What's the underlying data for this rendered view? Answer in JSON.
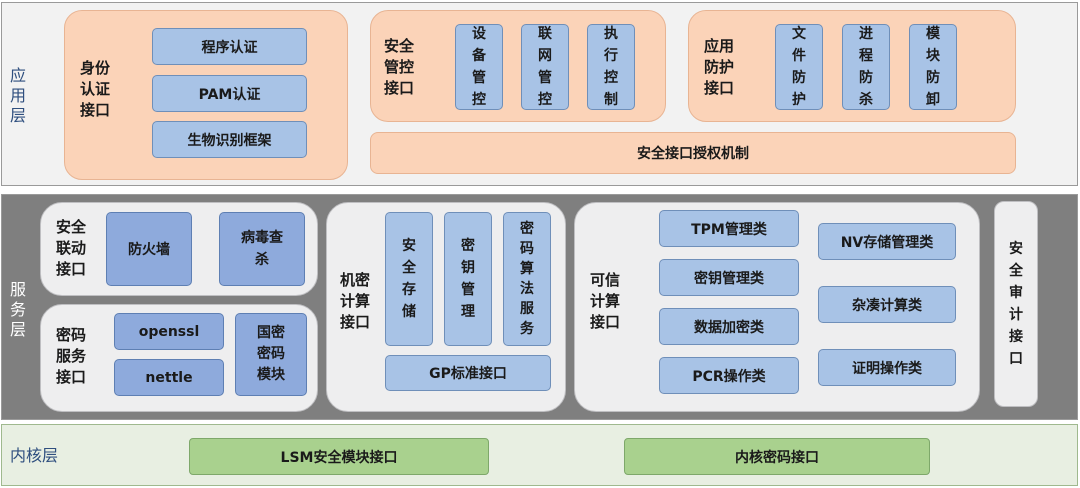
{
  "layers": {
    "app": "应\n用\n层",
    "service": "服\n务\n层",
    "kernel": "内核层"
  },
  "app": {
    "identity": {
      "label": "身份\n认证\n接口",
      "items": [
        "程序认证",
        "PAM认证",
        "生物识别框架"
      ]
    },
    "security_ctrl": {
      "label": "安全\n管控\n接口",
      "items": [
        "设\n备\n管\n控",
        "联\n网\n管\n控",
        "执\n行\n控\n制"
      ]
    },
    "app_protect": {
      "label": "应用\n防护\n接口",
      "items": [
        "文\n件\n防\n护",
        "进\n程\n防\n杀",
        "模\n块\n防\n卸"
      ]
    },
    "auth_bar": "安全接口授权机制"
  },
  "service": {
    "linkage": {
      "label": "安全\n联动\n接口",
      "items": [
        "防火墙",
        "病毒查\n杀"
      ]
    },
    "crypto_svc": {
      "label": "密码\n服务\n接口",
      "items": [
        "openssl",
        "nettle",
        "国密\n密码\n模块"
      ]
    },
    "confidential": {
      "label": "机密\n计算\n接口",
      "items": [
        "安\n全\n存\n储",
        "密\n钥\n管\n理",
        "密\n码\n算\n法\n服\n务"
      ],
      "gp": "GP标准接口"
    },
    "trusted": {
      "label": "可信\n计算\n接口",
      "left_items": [
        "TPM管理类",
        "密钥管理类",
        "数据加密类",
        "PCR操作类"
      ],
      "right_items": [
        "NV存储管理类",
        "杂凑计算类",
        "证明操作类"
      ]
    },
    "audit": "安\n全\n审\n计\n接\n口"
  },
  "kernel": {
    "lsm": "LSM安全模块接口",
    "crypto": "内核密码接口"
  }
}
